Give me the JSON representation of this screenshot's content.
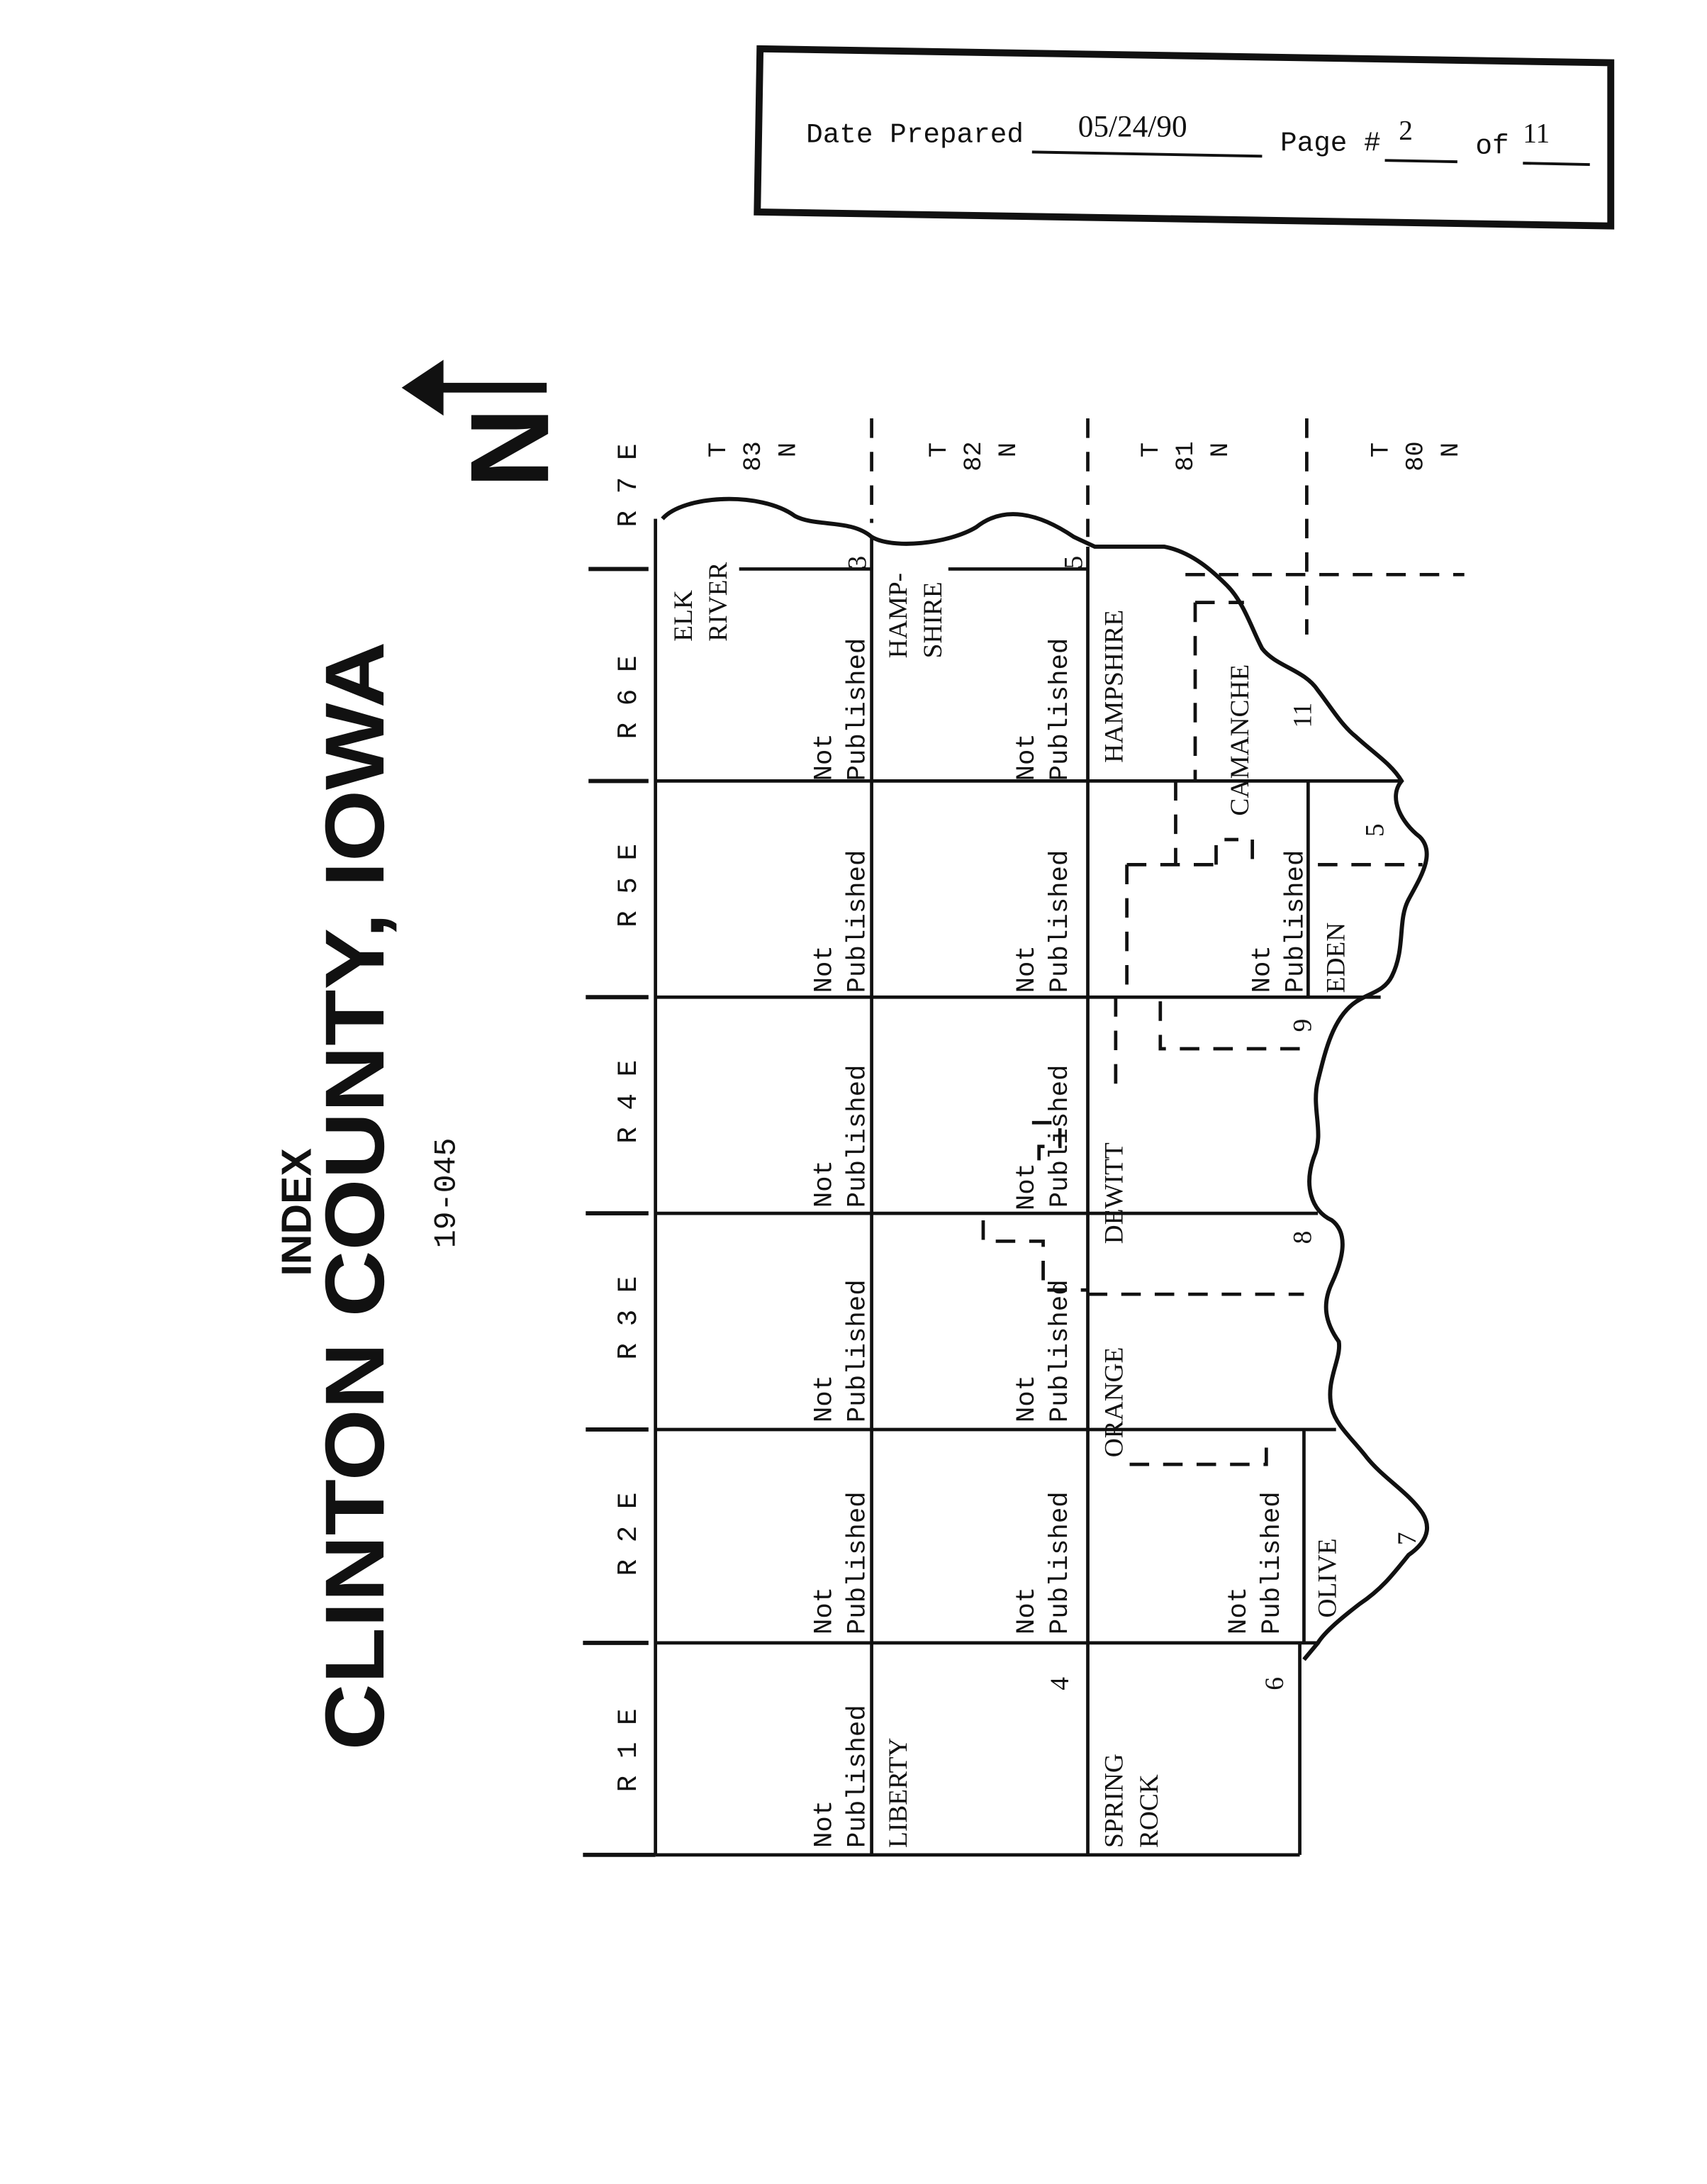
{
  "header_box": {
    "date_label": "Date Prepared",
    "date_value": "05/24/90",
    "page_label": "Page #",
    "page_value": "2",
    "of_label": "of",
    "of_value": "11"
  },
  "title": {
    "index": "INDEX",
    "county": "CLINTON COUNTY, IOWA",
    "code": "19-045"
  },
  "north_arrow": {
    "label": "N"
  },
  "ranges": [
    "R 1 E",
    "R 2 E",
    "R 3 E",
    "R 4 E",
    "R 5 E",
    "R 6 E",
    "R 7 E"
  ],
  "townships": [
    {
      "t": "T",
      "n": "83",
      "d": "N"
    },
    {
      "t": "T",
      "n": "82",
      "d": "N"
    },
    {
      "t": "T",
      "n": "81",
      "d": "N"
    },
    {
      "t": "T",
      "n": "80",
      "d": "N"
    }
  ],
  "labels": {
    "not": "Not",
    "published": "Published",
    "liberty": "LIBERTY",
    "spring": "SPRING",
    "rock": "ROCK",
    "olive": "OLIVE",
    "orange": "ORANGE",
    "dewitt": "DEWITT",
    "eden": "EDEN",
    "camanche": "CAMANCHE",
    "hampshire": "HAMPSHIRE",
    "hamp": "HAMP-",
    "shire": "SHIRE",
    "elk": "ELK",
    "river": "RIVER"
  },
  "page_numbers": [
    "3",
    "4",
    "5",
    "6",
    "7",
    "8",
    "9",
    "10",
    "11"
  ]
}
